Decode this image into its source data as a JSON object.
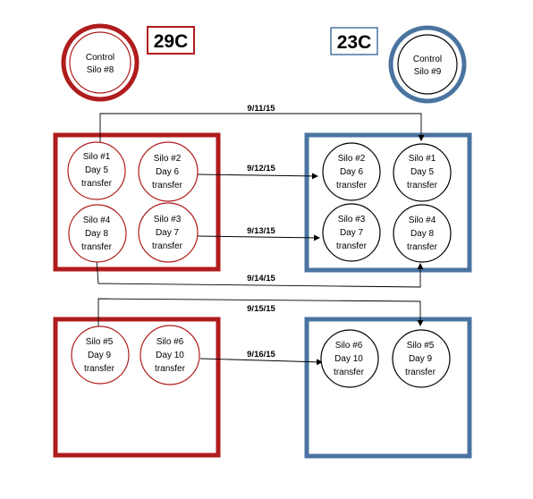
{
  "colors": {
    "warm": "#b01c1c",
    "cool": "#4a74a0",
    "ink": "#000000"
  },
  "temps": {
    "warm": "29C",
    "cool": "23C"
  },
  "controls": {
    "warm": [
      "Control",
      "Silo #8"
    ],
    "cool": [
      "Control",
      "Silo #9"
    ]
  },
  "silos": {
    "warm_1": [
      "Silo #1",
      "Day 5",
      "transfer"
    ],
    "warm_2": [
      "Silo #2",
      "Day 6",
      "transfer"
    ],
    "warm_4": [
      "Silo #4",
      "Day 8",
      "transfer"
    ],
    "warm_3": [
      "Silo #3",
      "Day 7",
      "transfer"
    ],
    "warm_5": [
      "Silo #5",
      "Day 9",
      "transfer"
    ],
    "warm_6": [
      "Silo #6",
      "Day 10",
      "transfer"
    ],
    "cool_2": [
      "Silo #2",
      "Day 6",
      "transfer"
    ],
    "cool_1": [
      "Silo #1",
      "Day 5",
      "transfer"
    ],
    "cool_3": [
      "Silo #3",
      "Day 7",
      "transfer"
    ],
    "cool_4": [
      "Silo #4",
      "Day 8",
      "transfer"
    ],
    "cool_6": [
      "Silo #6",
      "Day 10",
      "transfer"
    ],
    "cool_5": [
      "Silo #5",
      "Day 9",
      "transfer"
    ]
  },
  "transfers": {
    "t1": "9/11/15",
    "t2": "9/12/15",
    "t3": "9/13/15",
    "t4": "9/14/15",
    "t5": "9/15/15",
    "t6": "9/16/15"
  }
}
